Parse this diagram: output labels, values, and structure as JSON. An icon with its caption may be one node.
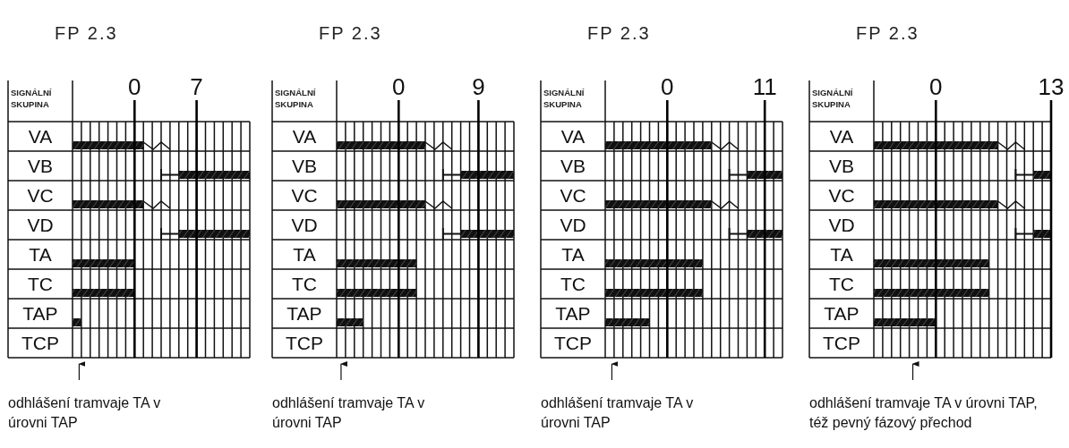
{
  "diagram": {
    "labels": [
      "FP 2.3",
      "SIGNÁLNÍ SKUPINA",
      "0",
      "7",
      "VA",
      "VB",
      "VC",
      "VD",
      "TA",
      "TC",
      "TAP",
      "TCP",
      "odhlášení tramvaje TA v úrovni TAP",
      "FP 2.3",
      "SIGNÁLNÍ SKUPINA",
      "0",
      "9",
      "VA",
      "VB",
      "VC",
      "VD",
      "TA",
      "TC",
      "TAP",
      "TCP",
      "odhlášení tramvaje TA v úrovni TAP",
      "FP 2.3",
      "SIGNÁLNÍ SKUPINA",
      "0",
      "11",
      "VA",
      "VB",
      "VC",
      "VD",
      "TA",
      "TC",
      "TAP",
      "TCP",
      "odhlášení tramvaje TA v úrovni TAP",
      "FP 2.3",
      "SIGNÁLNÍ SKUPINA",
      "0",
      "13",
      "VA",
      "VB",
      "VC",
      "VD",
      "TA",
      "TC",
      "TAP",
      "TCP",
      "odhlášení tramvaje TA v úrovni TAP, též pevný fázový přechod"
    ]
  }
}
